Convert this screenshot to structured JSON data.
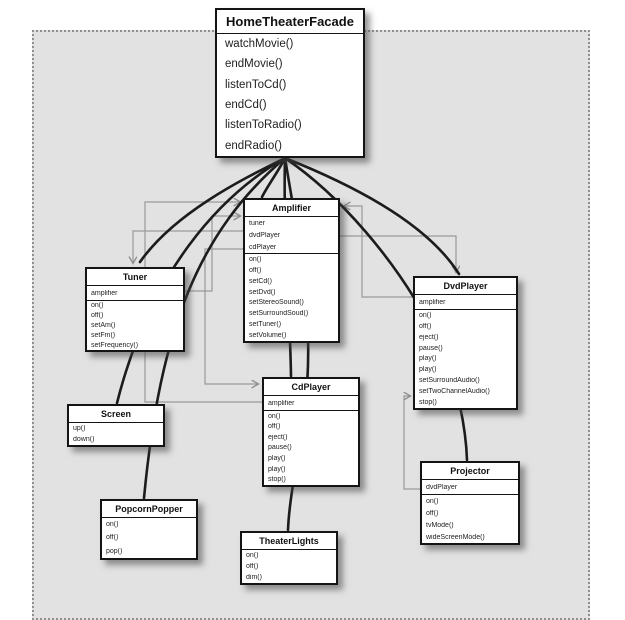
{
  "facade": {
    "title": "HomeTheaterFacade",
    "methods": [
      "watchMovie()",
      "endMovie()",
      "listenToCd()",
      "endCd()",
      "listenToRadio()",
      "endRadio()"
    ]
  },
  "classes": [
    {
      "title": "Amplifier",
      "attributes": [
        "tuner",
        "dvdPlayer",
        "cdPlayer"
      ],
      "methods": [
        "on()",
        "off()",
        "setCd()",
        "setDvd()",
        "setStereoSound()",
        "setSurroundSoud()",
        "setTuner()",
        "setVolume()"
      ]
    },
    {
      "title": "Tuner",
      "attributes": [
        "amplifier"
      ],
      "methods": [
        "on()",
        "off()",
        "setAm()",
        "setFm()",
        "setFrequency()"
      ]
    },
    {
      "title": "DvdPlayer",
      "attributes": [
        "amplifier"
      ],
      "methods": [
        "on()",
        "off()",
        "eject()",
        "pause()",
        "play()",
        "play()",
        "setSurroundAudio()",
        "setTwoChannelAudio()",
        "stop()"
      ]
    },
    {
      "title": "CdPlayer",
      "attributes": [
        "amplifier"
      ],
      "methods": [
        "on()",
        "off()",
        "eject()",
        "pause()",
        "play()",
        "play()",
        "stop()"
      ]
    },
    {
      "title": "Screen",
      "attributes": [],
      "methods": [
        "up()",
        "down()"
      ]
    },
    {
      "title": "PopcornPopper",
      "attributes": [],
      "methods": [
        "on()",
        "off()",
        "pop()"
      ]
    },
    {
      "title": "TheaterLights",
      "attributes": [],
      "methods": [
        "on()",
        "off()",
        "dim()"
      ]
    },
    {
      "title": "Projector",
      "attributes": [
        "dvdPlayer"
      ],
      "methods": [
        "on()",
        "off()",
        "tvMode()",
        "wideScreenMode()"
      ]
    }
  ],
  "edges": {
    "facade_to": [
      "Amplifier",
      "Tuner",
      "DvdPlayer",
      "CdPlayer",
      "Screen",
      "PopcornPopper",
      "TheaterLights",
      "Projector"
    ],
    "associations": [
      {
        "from": "CdPlayer",
        "to": "Amplifier"
      },
      {
        "from": "Tuner",
        "to": "Amplifier"
      },
      {
        "from": "Amplifier",
        "to": "Tuner"
      },
      {
        "from": "Amplifier",
        "to": "CdPlayer"
      },
      {
        "from": "Amplifier",
        "to": "DvdPlayer"
      },
      {
        "from": "DvdPlayer",
        "to": "Amplifier"
      },
      {
        "from": "Projector",
        "to": "DvdPlayer"
      }
    ]
  },
  "colors": {
    "panel_background": "#e2e2e2",
    "panel_dotted_border": "#8f8f8f",
    "box_background": "#ffffff",
    "box_border": "#141414",
    "facade_connector": "#1c1c1c",
    "association_line": "#8f8f8f"
  }
}
